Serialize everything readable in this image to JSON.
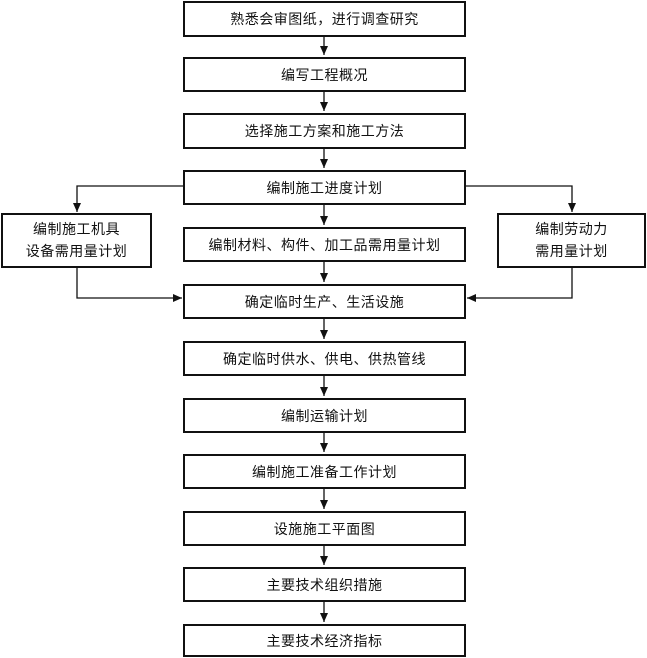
{
  "main_steps": [
    "熟悉会审图纸，进行调查研究",
    "编写工程概况",
    "选择施工方案和施工方法",
    "编制施工进度计划",
    "编制材料、构件、加工品需用量计划",
    "确定临时生产、生活设施",
    "确定临时供水、供电、供热管线",
    "编制运输计划",
    "编制施工准备工作计划",
    "设施施工平面图",
    "主要技术组织措施",
    "主要技术经济指标"
  ],
  "side_left": {
    "line1": "编制施工机具",
    "line2": "设备需用量计划"
  },
  "side_right": {
    "line1": "编制劳动力",
    "line2": "需用量计划"
  }
}
